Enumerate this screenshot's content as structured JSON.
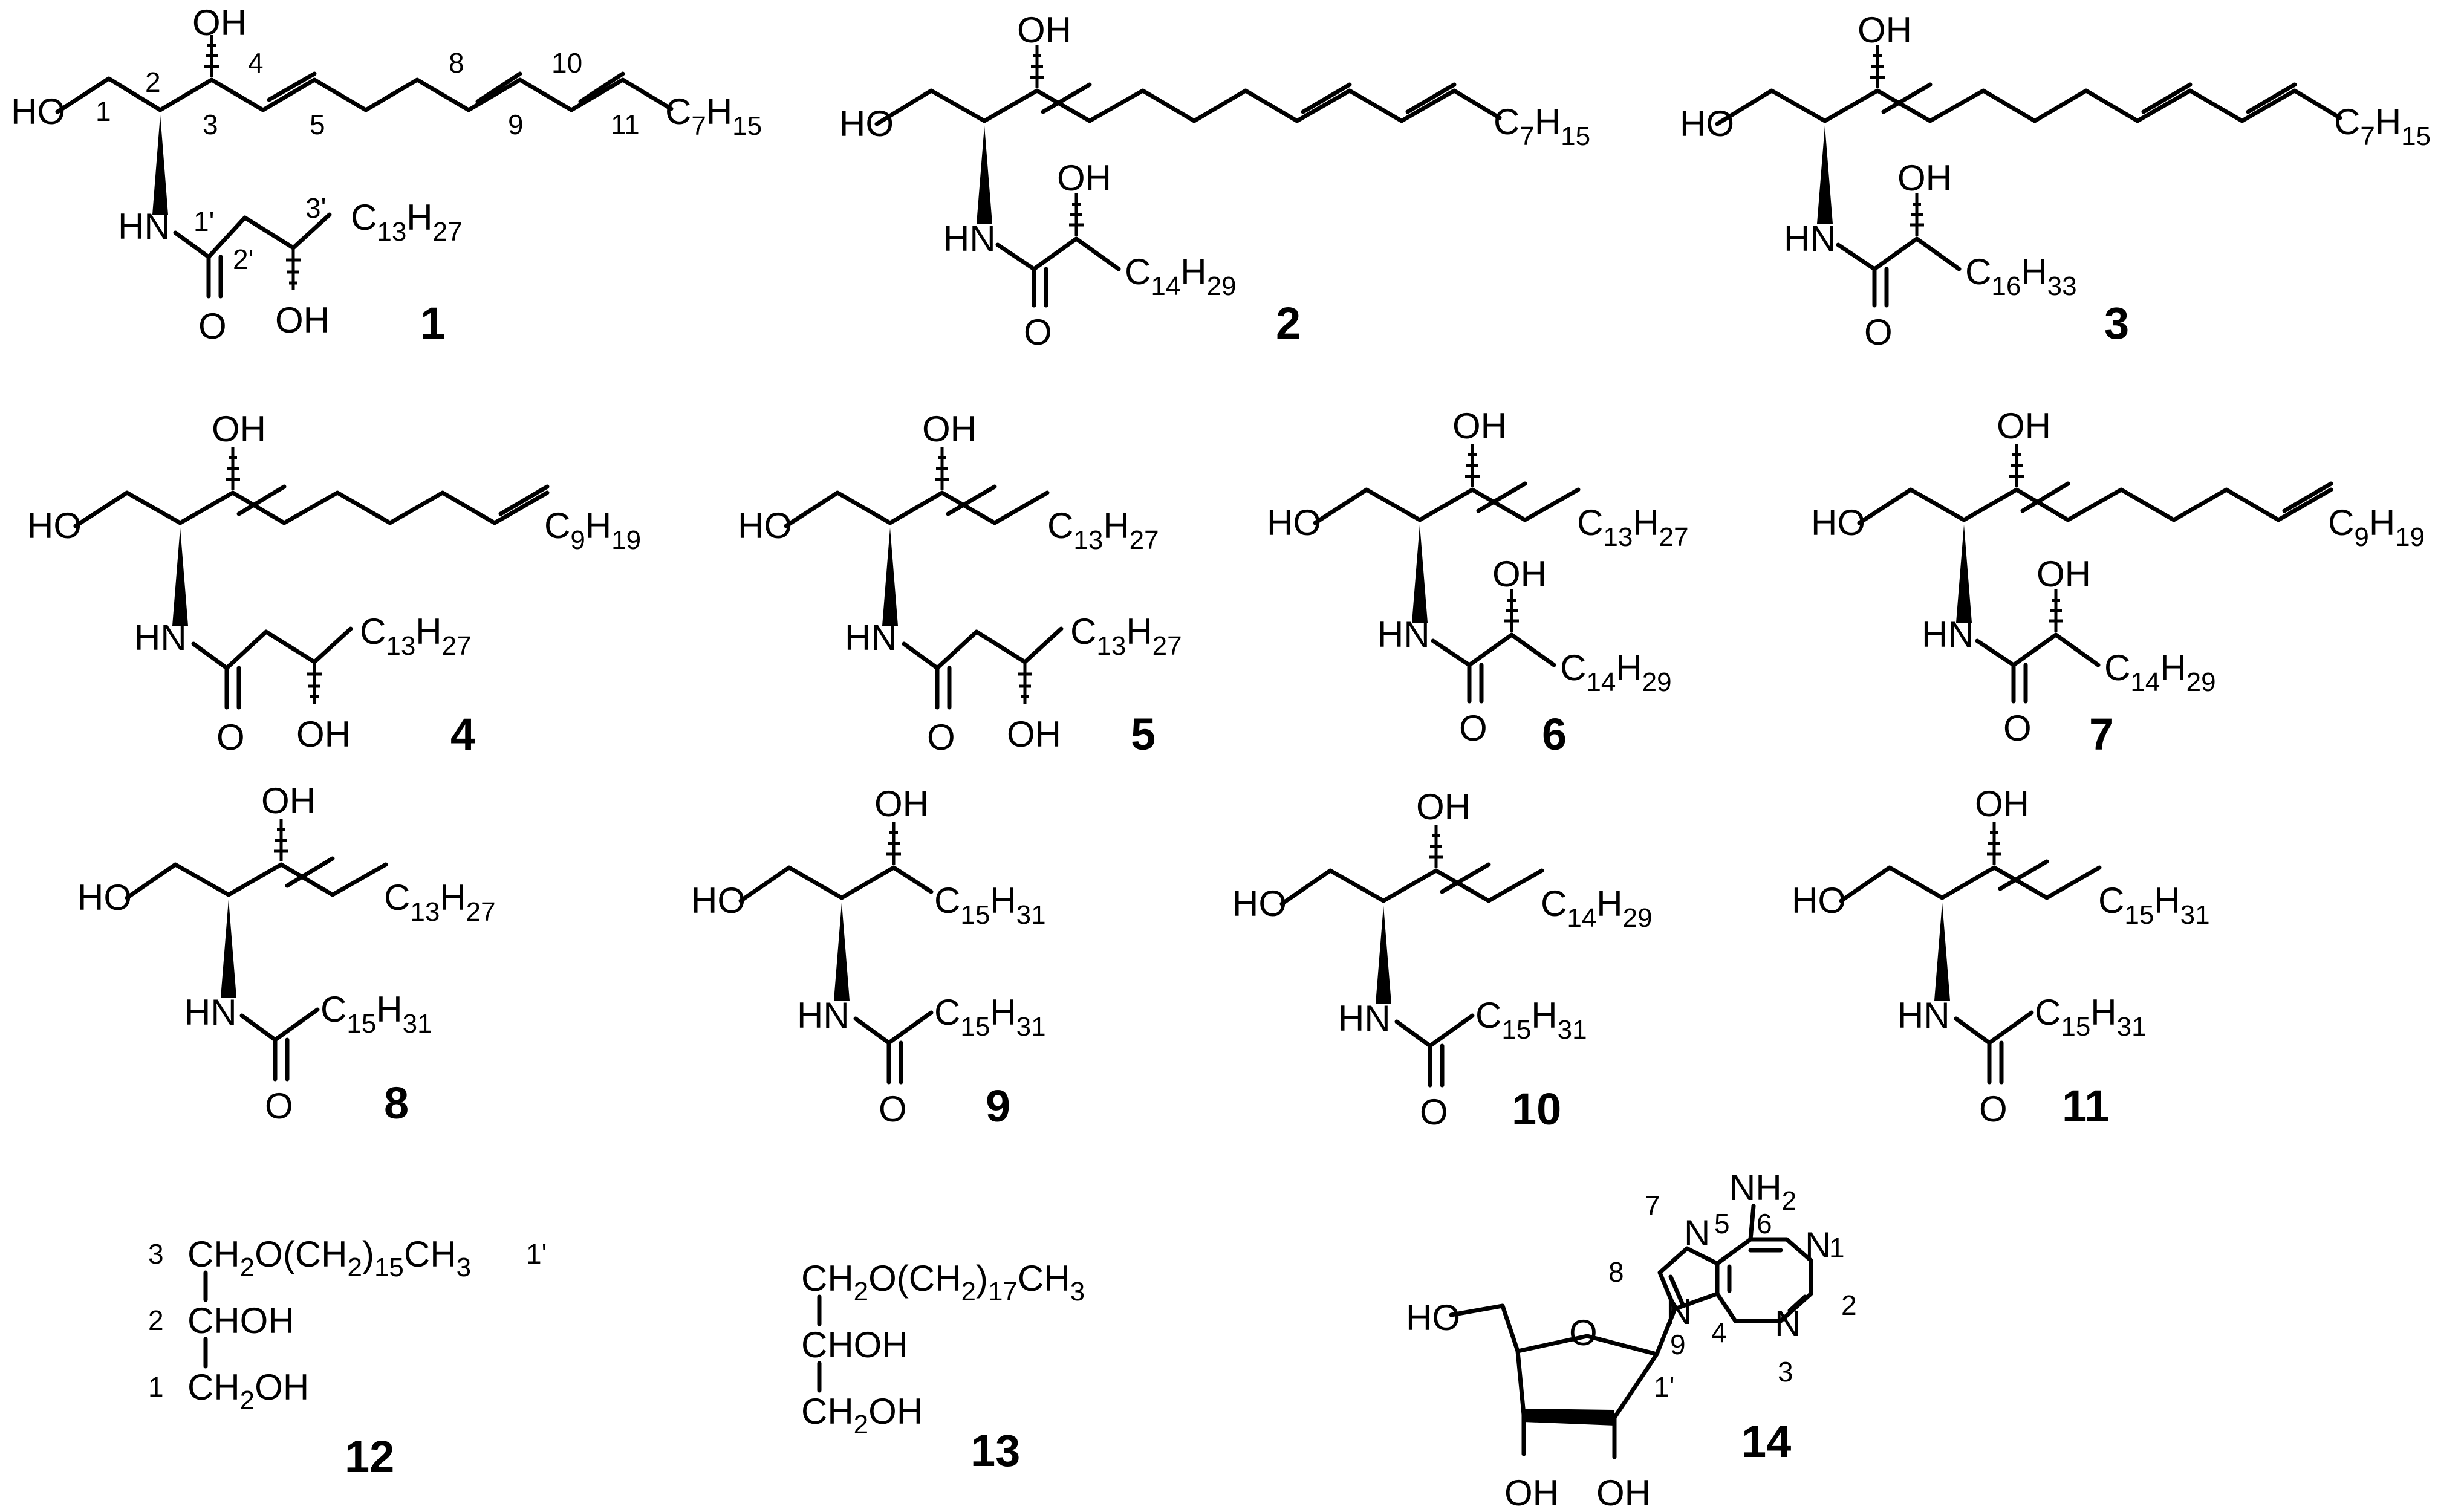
{
  "compounds": [
    {
      "label": "1",
      "head_oh": "OH",
      "left_oh": "HO",
      "nh": "HN",
      "carbonyl_o": "O",
      "acyl_oh": "OH",
      "acyl_chain_main": "C",
      "acyl_chain_sub1": "13",
      "acyl_chain_h": "H",
      "acyl_chain_sub2": "27",
      "tail_main": "C",
      "tail_sub1": "7",
      "tail_h": "H",
      "tail_sub2": "15",
      "numbering": [
        "1",
        "2",
        "3",
        "4",
        "5",
        "8",
        "9",
        "10",
        "11",
        "1'",
        "2'",
        "3'"
      ]
    },
    {
      "label": "2",
      "tail": "C7H15",
      "acyl": "C14H29"
    },
    {
      "label": "3",
      "tail": "C7H15",
      "acyl": "C16H33"
    },
    {
      "label": "4",
      "tail": "C9H19",
      "acyl": "C13H27"
    },
    {
      "label": "5",
      "tail": "C13H27",
      "acyl": "C13H27"
    },
    {
      "label": "6",
      "tail": "C13H27",
      "acyl": "C14H29"
    },
    {
      "label": "7",
      "tail": "C9H19",
      "acyl": "C14H29"
    },
    {
      "label": "8",
      "tail": "C13H27",
      "acyl": "C15H31"
    },
    {
      "label": "9",
      "tail": "C15H31",
      "acyl": "C15H31"
    },
    {
      "label": "10",
      "tail": "C14H29",
      "acyl": "C15H31"
    },
    {
      "label": "11",
      "tail": "C15H31",
      "acyl": "C15H31"
    },
    {
      "label": "12",
      "line1": "CH2O(CH2)15CH3",
      "line2": "CHOH",
      "line3": "CH2OH",
      "numbering": [
        "3",
        "2",
        "1",
        "1'"
      ]
    },
    {
      "label": "13",
      "line1": "CH2O(CH2)17CH3",
      "line2": "CHOH",
      "line3": "CH2OH"
    },
    {
      "label": "14",
      "nh2": "NH2",
      "atoms": [
        "N",
        "N",
        "N",
        "N",
        "O",
        "HO",
        "OH",
        "OH"
      ],
      "numbering": [
        "7",
        "5",
        "6",
        "1",
        "8",
        "2",
        "4",
        "9",
        "3",
        "1'"
      ]
    }
  ],
  "text": {
    "ho": "HO",
    "oh": "OH",
    "hn": "HN",
    "o": "O",
    "n": "N",
    "c": "C",
    "h": "H",
    "s7": "7",
    "s15": "15",
    "s9": "9",
    "s19": "19",
    "s13": "13",
    "s27": "27",
    "s14": "14",
    "s29": "29",
    "s16": "16",
    "s33": "33",
    "s31": "31",
    "s2": "2",
    "s17": "17",
    "l1": "1",
    "l2": "2",
    "l3": "3",
    "l4": "4",
    "l5": "5",
    "l6": "6",
    "l7": "7",
    "l8": "8",
    "l9": "9",
    "l10": "10",
    "l11": "11",
    "l12": "12",
    "l13": "13",
    "l14": "14",
    "n1": "1",
    "n2": "2",
    "n3": "3",
    "n4": "4",
    "n5": "5",
    "n6": "6",
    "n7": "7",
    "n8": "8",
    "n9": "9",
    "n10": "10",
    "n11": "11",
    "n1p": "1'",
    "n2p": "2'",
    "n3p": "3'",
    "c12_l1a": "CH",
    "c12_l1b": "2",
    "c12_l1c": "O(CH",
    "c12_l1d": "2",
    "c12_l1e": ")",
    "c12_l1f": "15",
    "c12_l1g": "CH",
    "c12_l1h": "3",
    "c13_l1f": "17",
    "chohoh": "CHOH",
    "ch2oh_a": "CH",
    "ch2oh_b": "2",
    "ch2oh_c": "OH",
    "nh2_a": "NH",
    "nh2_b": "2"
  }
}
